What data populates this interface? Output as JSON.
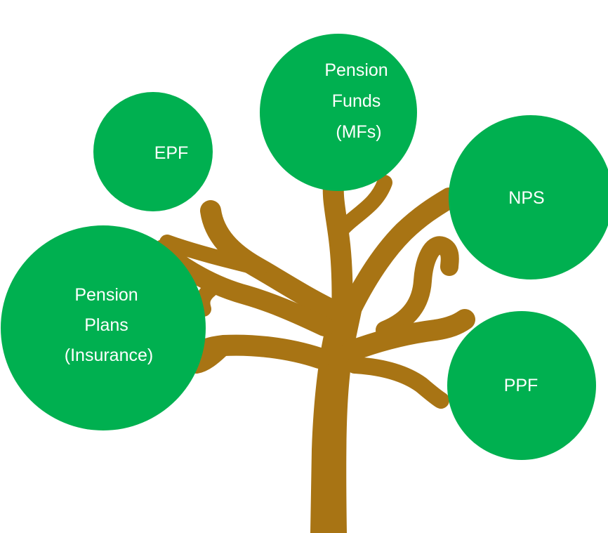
{
  "colors": {
    "trunk": "#A87414",
    "leaf": "#00B050",
    "label": "#FFFFFF",
    "background": "#FFFFFF"
  },
  "nodes": [
    {
      "id": "epf",
      "lines": [
        "EPF"
      ]
    },
    {
      "id": "pension-funds",
      "lines": [
        "Pension",
        "Funds",
        "(MFs)"
      ]
    },
    {
      "id": "nps",
      "lines": [
        "NPS"
      ]
    },
    {
      "id": "pension-plans",
      "lines": [
        "Pension",
        "Plans",
        "(Insurance)"
      ]
    },
    {
      "id": "ppf",
      "lines": [
        "PPF"
      ]
    }
  ]
}
